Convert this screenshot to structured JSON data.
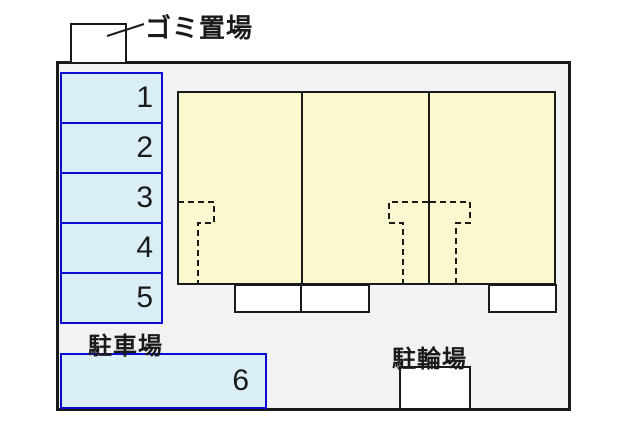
{
  "plan": {
    "garbage_area_label": "ゴミ置場",
    "parking_area_label": "駐車場",
    "bicycle_area_label": "駐輪場",
    "parking_spaces": [
      "1",
      "2",
      "3",
      "4",
      "5",
      "6"
    ],
    "building_unit_count": 3
  },
  "colors": {
    "site_fill": "#f2f2f2",
    "outline": "#1a1a1a",
    "building_fill": "#fbf8d0",
    "parking_fill": "#daeef8",
    "parking_border": "#0a0ad0",
    "structure_fill": "#ffffff"
  }
}
